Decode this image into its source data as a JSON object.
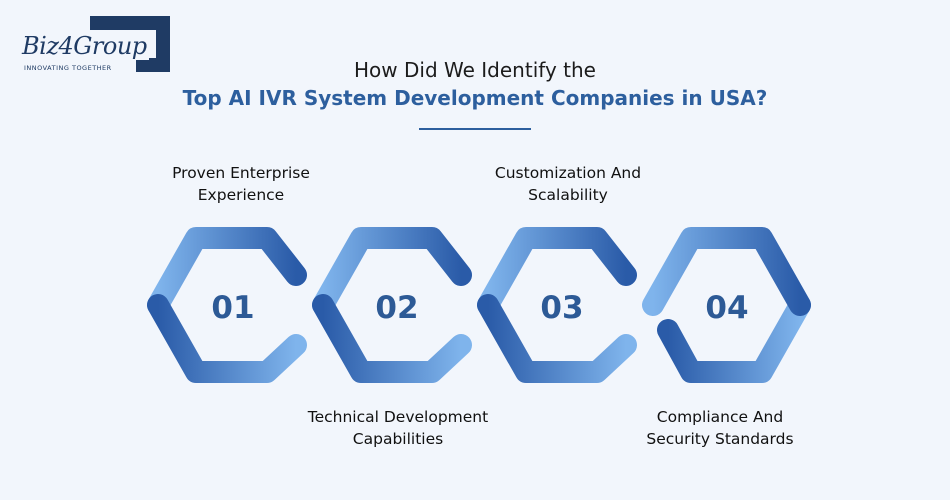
{
  "logo": {
    "wordmark": "Biz4Group",
    "tagline": "INNOVATING TOGETHER"
  },
  "heading": {
    "line1": "How Did We Identify the",
    "line2": "Top AI IVR System Development Companies in USA?"
  },
  "steps": [
    {
      "number": "01",
      "label_line1": "Proven Enterprise",
      "label_line2": "Experience"
    },
    {
      "number": "02",
      "label_line1": "Technical Development",
      "label_line2": "Capabilities"
    },
    {
      "number": "03",
      "label_line1": "Customization And",
      "label_line2": "Scalability"
    },
    {
      "number": "04",
      "label_line1": "Compliance And",
      "label_line2": "Security Standards"
    }
  ],
  "colors": {
    "background": "#f2f6fc",
    "brand_navy": "#1f3b64",
    "accent_blue": "#2d5f9e",
    "hex_dark": "#2a5ba8",
    "hex_light": "#7fb4ec"
  }
}
